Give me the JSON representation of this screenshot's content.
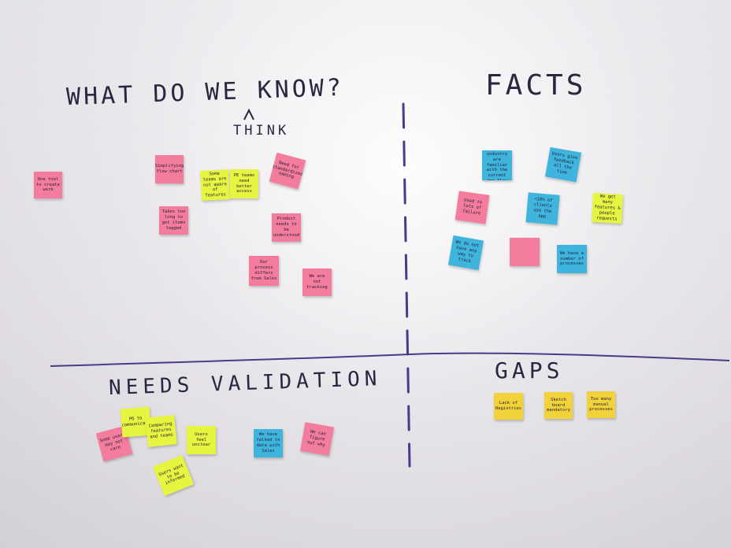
{
  "headings": {
    "what_do_we_know": "WHAT DO WE KNOW?",
    "think": "THINK",
    "facts": "FACTS",
    "needs_validation": "NEEDS VALIDATION",
    "gaps": "GAPS"
  },
  "notes": {
    "wdwk_1": "One tool to create work",
    "wdwk_2": "Simplifying flow chart",
    "wdwk_3": "Some teams are not aware of features",
    "wdwk_4": "PE teams need better access",
    "wdwk_5": "Need for standardized naming",
    "wdwk_6": "Takes too long to get items logged",
    "wdwk_7": "Product needs to be understood",
    "wdwk_8": "Our process differs from Sales",
    "wdwk_9": "We are not tracking",
    "facts_1": "Our industry are familiar with the current app flow",
    "facts_2": "Users give feedback all the time",
    "facts_3": "Used to lots of failure",
    "facts_4": "<10% of clients use the app",
    "facts_5": "We get many features & people requests",
    "facts_6": "We do not have any way to track",
    "facts_7": "",
    "facts_8": "We have a number of processes",
    "nv_1": "Some users may not care",
    "nv_2": "PO to communicate",
    "nv_3": "Comparing features and teams",
    "nv_4": "Users feel unclear",
    "nv_5": "Users want to be informed",
    "nv_6": "We have talked to data with Sales",
    "nv_7": "We can figure out why",
    "gaps_1": "Lack of Registries",
    "gaps_2": "Sketch board mandatory",
    "gaps_3": "Too many manual processes"
  },
  "colors": {
    "pink": "#f47c9c",
    "blue": "#3fb5dd",
    "lime": "#e6f53f",
    "yellow": "#f2d23a",
    "marker": "#4a3a8a"
  }
}
